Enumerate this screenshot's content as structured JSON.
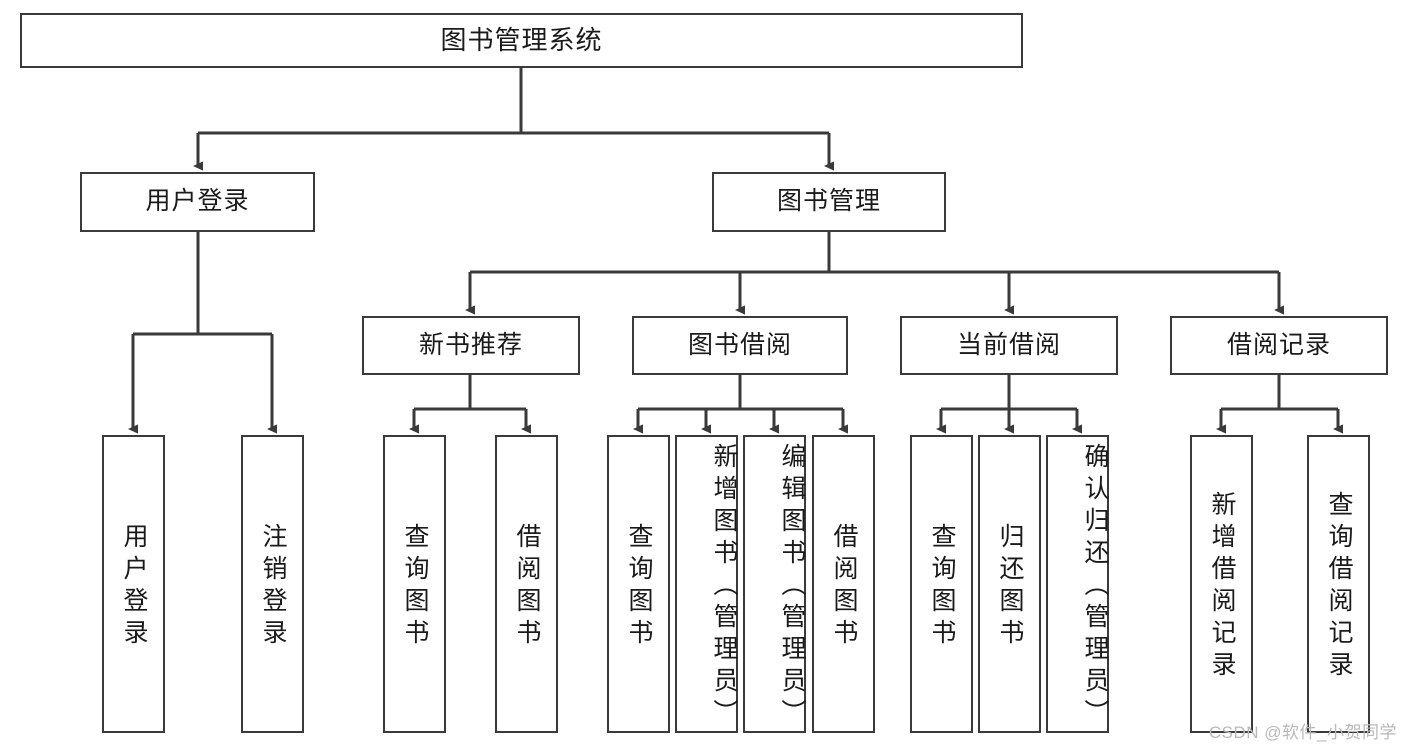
{
  "diagram": {
    "type": "tree-hierarchy",
    "title": "图书管理系统",
    "orientation": "top-down",
    "root": {
      "id": "root",
      "label": "图书管理系统"
    },
    "level2": [
      {
        "id": "user-login",
        "label": "用户登录"
      },
      {
        "id": "book-manage",
        "label": "图书管理"
      }
    ],
    "level3": [
      {
        "id": "new-book-recommend",
        "label": "新书推荐",
        "parent": "book-manage"
      },
      {
        "id": "book-borrow",
        "label": "图书借阅",
        "parent": "book-manage"
      },
      {
        "id": "current-borrow",
        "label": "当前借阅",
        "parent": "book-manage"
      },
      {
        "id": "borrow-record",
        "label": "借阅记录",
        "parent": "book-manage"
      }
    ],
    "leaves": [
      {
        "id": "leaf-user-login",
        "label": "用户登录",
        "parent": "user-login"
      },
      {
        "id": "leaf-logout-login",
        "label": "注销登录",
        "parent": "user-login"
      },
      {
        "id": "leaf-query-book-1",
        "label": "查询图书",
        "parent": "new-book-recommend"
      },
      {
        "id": "leaf-borrow-book-1",
        "label": "借阅图书",
        "parent": "new-book-recommend"
      },
      {
        "id": "leaf-query-book-2",
        "label": "查询图书",
        "parent": "book-borrow"
      },
      {
        "id": "leaf-add-book",
        "label": "新增图书（管理员）",
        "parent": "book-borrow"
      },
      {
        "id": "leaf-edit-book",
        "label": "编辑图书（管理员）",
        "parent": "book-borrow"
      },
      {
        "id": "leaf-borrow-book-2",
        "label": "借阅图书",
        "parent": "book-borrow"
      },
      {
        "id": "leaf-query-book-3",
        "label": "查询图书",
        "parent": "current-borrow"
      },
      {
        "id": "leaf-return-book",
        "label": "归还图书",
        "parent": "current-borrow"
      },
      {
        "id": "leaf-confirm-return",
        "label": "确认归还（管理员）",
        "parent": "current-borrow"
      },
      {
        "id": "leaf-add-record",
        "label": "新增借阅记录",
        "parent": "borrow-record"
      },
      {
        "id": "leaf-query-record",
        "label": "查询借阅记录",
        "parent": "borrow-record"
      }
    ],
    "colors": {
      "border": "#3a3a3a",
      "background": "#ffffff",
      "text": "#1a1a1a",
      "edge": "#3a3a3a",
      "watermark": "#b9b9b9"
    }
  },
  "watermark": {
    "text": "CSDN @软件_小贺同学"
  }
}
